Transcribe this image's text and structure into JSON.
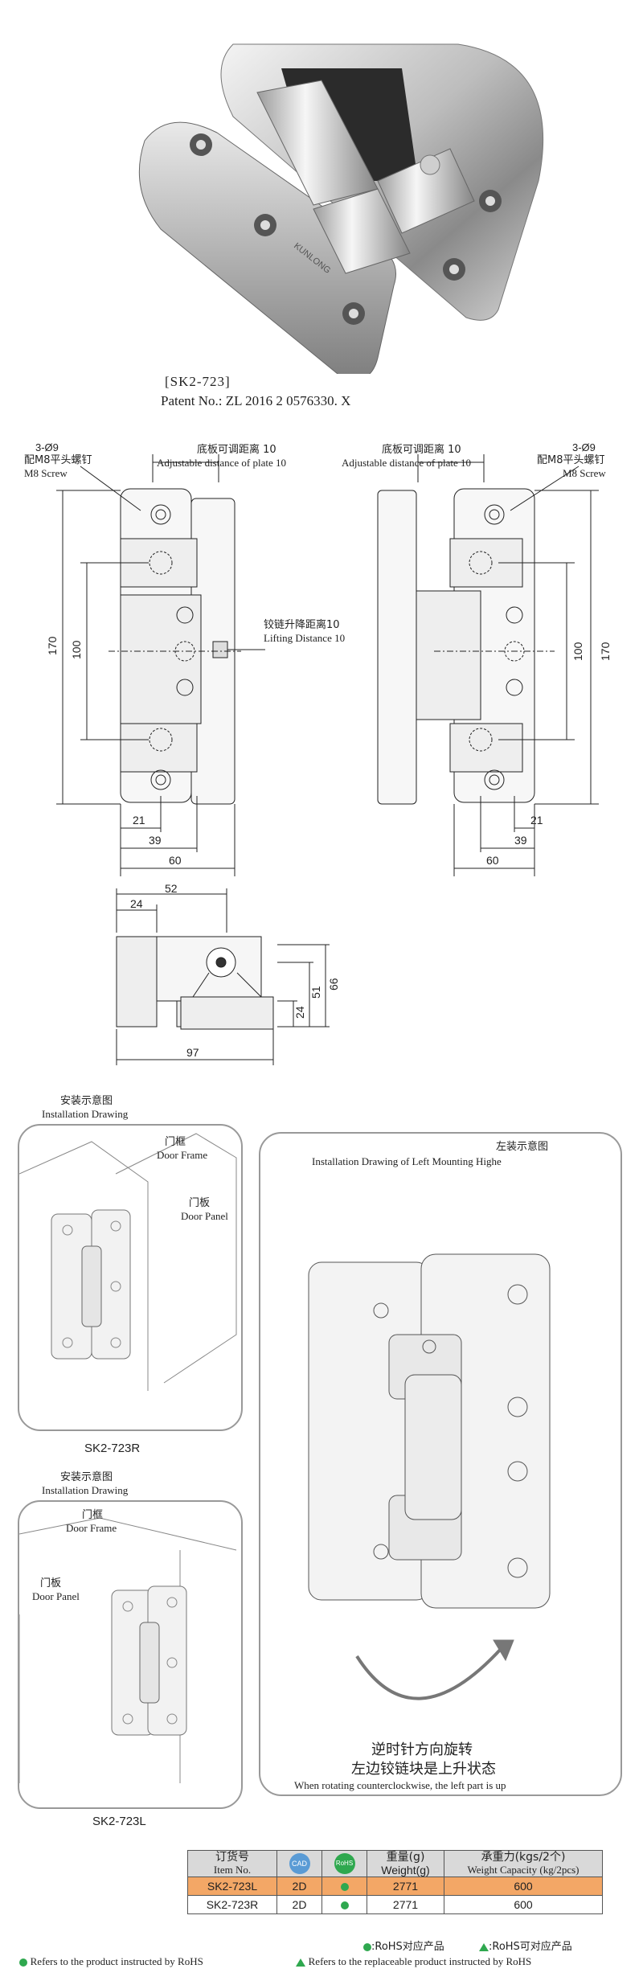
{
  "product": {
    "code": "[SK2-723]",
    "patent": "Patent No.: ZL 2016 2 0576330. X",
    "logo_text": "KUNLONG"
  },
  "drawing": {
    "left_view": {
      "hole_spec": "3-Ø9",
      "screw_cn": "配M8平头螺钉",
      "screw_en": "M8 Screw",
      "plate_cn": "底板可调距离 10",
      "plate_en": "Adjustable distance of plate  10",
      "lift_cn": "铰链升降距离10",
      "lift_en": "Lifting Distance  10",
      "dims": [
        "170",
        "100",
        "21",
        "39",
        "60"
      ]
    },
    "right_view": {
      "hole_spec": "3-Ø9",
      "screw_cn": "配M8平头螺钉",
      "screw_en": "M8 Screw",
      "plate_cn": "底板可调距离 10",
      "plate_en": "Adjustable distance of plate  10",
      "dims": [
        "100",
        "170",
        "21",
        "39",
        "60"
      ]
    },
    "top_view": {
      "dims": [
        "52",
        "24",
        "66",
        "51",
        "24",
        "97"
      ]
    }
  },
  "install": {
    "right": {
      "title_cn": "安装示意图",
      "title_en": "Installation Drawing",
      "frame_cn": "门框",
      "frame_en": "Door Frame",
      "panel_cn": "门板",
      "panel_en": "Door Panel",
      "caption": "SK2-723R"
    },
    "left": {
      "title_cn": "安装示意图",
      "title_en": "Installation Drawing",
      "frame_cn": "门框",
      "frame_en": "Door Frame",
      "panel_cn": "门板",
      "panel_en": "Door Panel",
      "caption": "SK2-723L"
    },
    "big": {
      "title_cn": "左装示意图",
      "title_en": "Installation Drawing of Left Mounting Highe",
      "note_cn_1": "逆时针方向旋转",
      "note_cn_2": "左边铰链块是上升状态",
      "note_en": "When rotating counterclockwise, the left part is up"
    }
  },
  "table": {
    "headers": [
      {
        "cn": "订货号",
        "en": "Item No."
      },
      {
        "cn": "",
        "en": "CAD"
      },
      {
        "cn": "",
        "en": "RoHS"
      },
      {
        "cn": "重量(g)",
        "en": "Weight(g)"
      },
      {
        "cn": "承重力(kgs/2个)",
        "en": "Weight Capacity (kg/2pcs)"
      }
    ],
    "rows": [
      {
        "item": "SK2-723L",
        "cad": "2D",
        "weight": "2771",
        "capacity": "600",
        "highlight": true
      },
      {
        "item": "SK2-723R",
        "cad": "2D",
        "weight": "2771",
        "capacity": "600",
        "highlight": false
      }
    ]
  },
  "legend": {
    "rohs_cn": ":RoHS对应产品",
    "rohs_replaceable_cn": ":RoHS可对应产品",
    "rohs_en": "Refers to the product instructed by RoHS",
    "rohs_replaceable_en": "Refers to the replaceable product instructed by RoHS"
  },
  "colors": {
    "accent_orange": "#f3a766",
    "rohs_green": "#2fa84f",
    "header_grey": "#d9d9d9"
  }
}
